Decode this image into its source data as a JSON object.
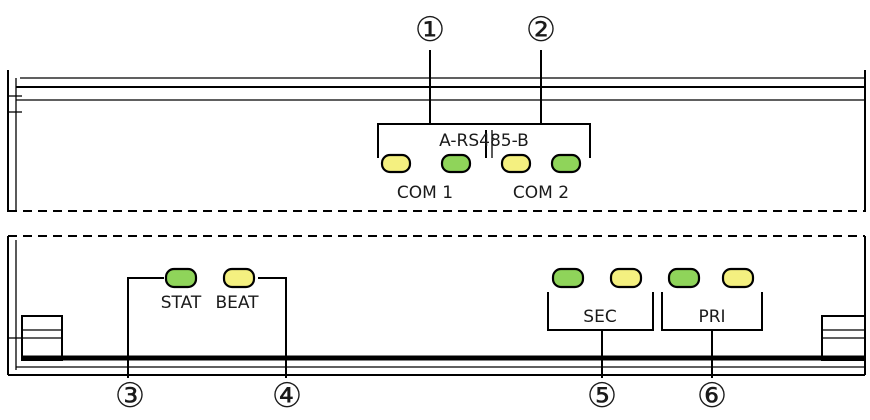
{
  "callouts": {
    "c1": "①",
    "c2": "②",
    "c3": "③",
    "c4": "④",
    "c5": "⑤",
    "c6": "⑥"
  },
  "labels": {
    "rs485": "A-RS485-B",
    "com1": "COM 1",
    "com2": "COM 2",
    "stat": "STAT",
    "beat": "BEAT",
    "sec": "SEC",
    "pri": "PRI"
  },
  "colors": {
    "led_yellow": "#f4f080",
    "led_green": "#8fd45a",
    "line": "#000000"
  }
}
